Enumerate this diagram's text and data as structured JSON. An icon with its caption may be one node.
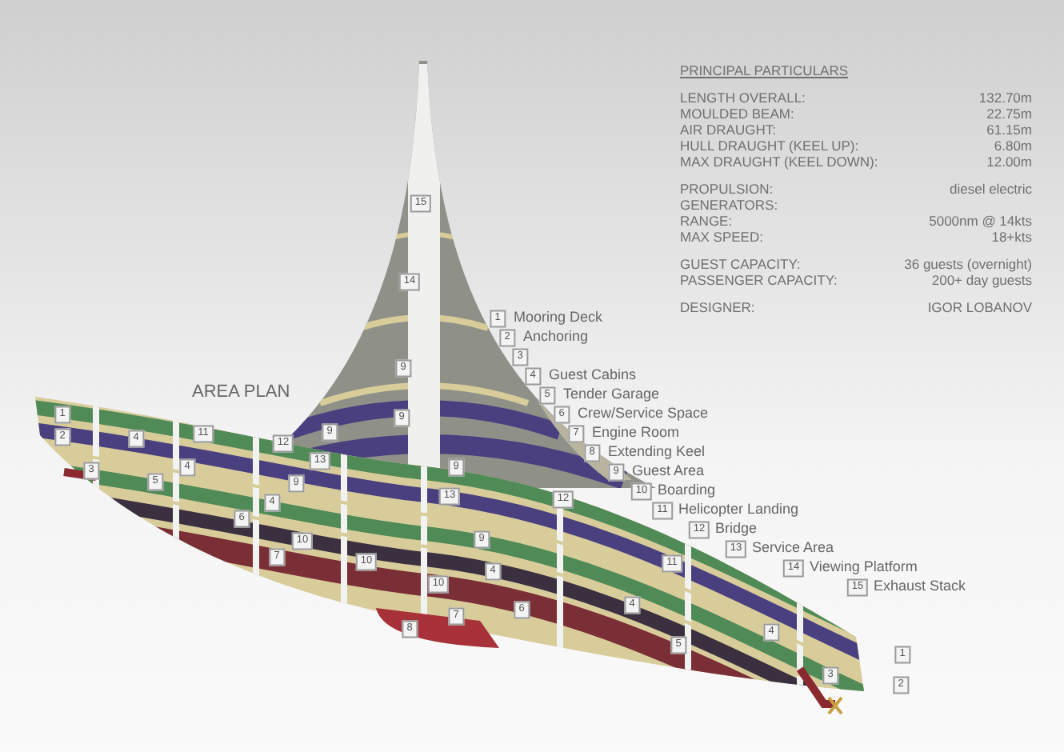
{
  "diagram": {
    "labels": [
      "PRINCIPAL PARTICULARS",
      "LENGTH OVERALL:",
      "132.70m",
      "MOULDED BEAM:",
      "22.75m",
      "AIR DRAUGHT:",
      "61.15m",
      "HULL DRAUGHT (KEEL UP):",
      "6.80m",
      "MAX DRAUGHT (KEEL DOWN):",
      "12.00m",
      "PROPULSION:",
      "diesel electric",
      "GENERATORS:",
      "RANGE:",
      "5000nm @ 14kts",
      "MAX SPEED:",
      "18+kts",
      "GUEST CAPACITY:",
      "36 guests (overnight)",
      "PASSENGER CAPACITY:",
      "200+ day guests",
      "DESIGNER:",
      "IGOR LOBANOV",
      "AREA PLAN",
      "1",
      "Mooring Deck",
      "2",
      "Anchoring",
      "3",
      "4",
      "Guest Cabins",
      "5",
      "Tender Garage",
      "6",
      "Crew/Service Space",
      "7",
      "Engine Room",
      "8",
      "Extending Keel",
      "9",
      "Guest Area",
      "10",
      "Boarding",
      "11",
      "Helicopter Landing",
      "12",
      "Bridge",
      "13",
      "Service Area",
      "14",
      "Viewing Platform",
      "15",
      "Exhaust Stack",
      "15",
      "14",
      "9",
      "1",
      "9",
      "11",
      "9",
      "2",
      "4",
      "12",
      "13",
      "4",
      "9",
      "3",
      "5",
      "9",
      "13",
      "12",
      "4",
      "6",
      "10",
      "9",
      "7",
      "10",
      "11",
      "4",
      "10",
      "4",
      "6",
      "7",
      "8",
      "4",
      "5",
      "1",
      "3",
      "2"
    ]
  }
}
